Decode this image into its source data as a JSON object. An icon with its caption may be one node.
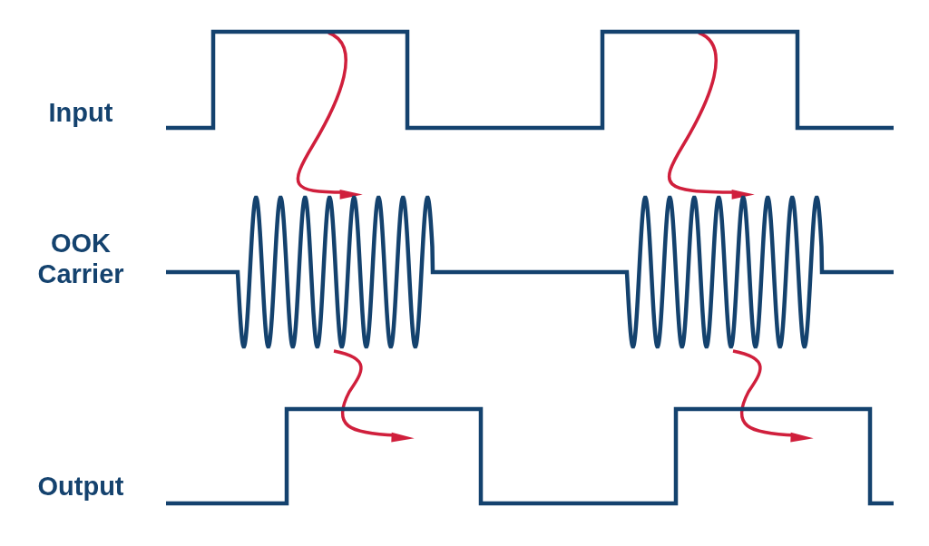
{
  "diagram": {
    "nodes": [
      {
        "text": [],
        "shape": "picture",
        "beside": [
          "Input"
        ]
      },
      {
        "text": [],
        "shape": "picture",
        "beside": [
          "OOK Carrier"
        ]
      },
      {
        "text": [],
        "shape": "picture",
        "beside": [
          "Output"
        ]
      }
    ],
    "edges": [
      {
        "from": 0,
        "to": 1,
        "arrow": "to"
      },
      {
        "from": 0,
        "to": 1,
        "arrow": "to"
      },
      {
        "from": 1,
        "to": 2,
        "arrow": "to"
      },
      {
        "from": 1,
        "to": 2,
        "arrow": "to"
      }
    ]
  }
}
